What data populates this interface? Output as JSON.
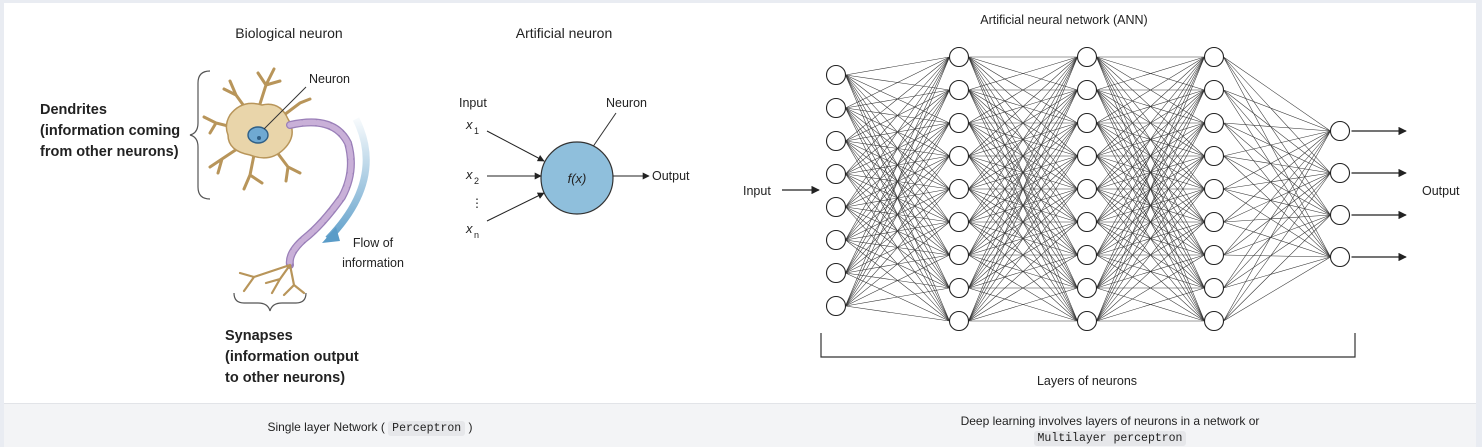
{
  "biological": {
    "title": "Biological neuron",
    "neuron_label": "Neuron",
    "dendrites_lines": [
      "Dendrites",
      "(information coming",
      "from other neurons)"
    ],
    "flow_lines": [
      "Flow of",
      "information"
    ],
    "synapses_lines": [
      "Synapses",
      "(information output",
      "to other neurons)"
    ]
  },
  "artificial": {
    "title": "Artificial neuron",
    "input_label": "Input",
    "neuron_label": "Neuron",
    "output_label": "Output",
    "function_label": "f(x)",
    "inputs": [
      {
        "base": "x",
        "sub": "1"
      },
      {
        "base": "x",
        "sub": "2"
      },
      {
        "base": "x",
        "sub": "n"
      }
    ],
    "ellipsis": "⋮"
  },
  "ann": {
    "title": "Artificial neural network (ANN)",
    "input_label": "Input",
    "output_label": "Output",
    "layers_label": "Layers of neurons",
    "layer_node_counts": [
      8,
      9,
      9,
      9,
      4
    ]
  },
  "captions": {
    "left_prefix": "Single layer Network (",
    "left_code": "Perceptron",
    "left_suffix": ")",
    "right_line1": "Deep learning involves layers of neurons in a network or",
    "right_code": "Multilayer perceptron"
  },
  "colors": {
    "artificial_neuron_fill": "#8fbfdc",
    "neuron_body": "#e9d5aa",
    "axon": "#c9b0d8",
    "flow_arrow": "#5a9cc8"
  }
}
